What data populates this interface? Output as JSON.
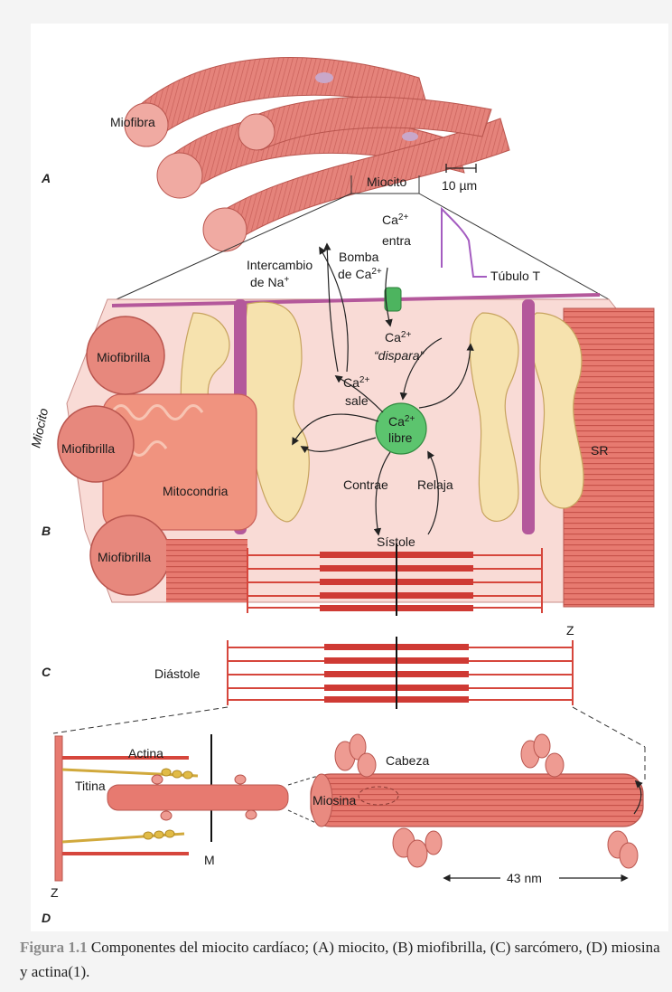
{
  "panels": {
    "a": "A",
    "b": "B",
    "c": "C",
    "d": "D"
  },
  "panel_a": {
    "myofiber_label": "Miofibra",
    "myocyte_label": "Miocito",
    "scale_label": "10 µm"
  },
  "panel_b": {
    "ca_in_1": "Ca",
    "ca_in_sup": "2+",
    "ca_in_2": "entra",
    "na_exchange_1": "Intercambio",
    "na_exchange_2": "de Na",
    "na_sup": "+",
    "pump_1": "Bomba",
    "pump_2": "de Ca",
    "pump_sup": "2+",
    "t_tubule": "Túbulo T",
    "trigger_1": "Ca",
    "trigger_sup": "2+",
    "trigger_2": "“dispara”",
    "exit_1": "Ca",
    "exit_sup": "2+",
    "exit_2": "sale",
    "free_1": "Ca",
    "free_sup": "2+",
    "free_2": "libre",
    "myofibril_1": "Miofibrilla",
    "myofibril_2": "Miofibrilla",
    "myofibril_3": "Miofibrilla",
    "mitochondria": "Mitocondria",
    "sr": "SR",
    "myocyte_side": "Miocito",
    "contracts": "Contrae",
    "relaxes": "Relaja",
    "systole": "Sístole"
  },
  "panel_c": {
    "diastole": "Diástole",
    "z_label": "Z"
  },
  "panel_d": {
    "actin": "Actina",
    "titin": "Titina",
    "m_label": "M",
    "z_label": "Z",
    "head": "Cabeza",
    "myosin": "Miosina",
    "length": "43 nm"
  },
  "caption": {
    "number": "Figura 1.1",
    "text": " Componentes del miocito cardíaco; (A) miocito, (B) miofibrilla, (C) sarcómero, (D) miosina y actina(1)."
  },
  "colors": {
    "muscle": "#e07a72",
    "muscle_dark": "#c8574f",
    "sr": "#f6e2ae",
    "membrane": "#b4589b",
    "calcium": "#5cc46e",
    "pulse": "#a45cc0",
    "cytoplasm": "#f9dbd6"
  }
}
